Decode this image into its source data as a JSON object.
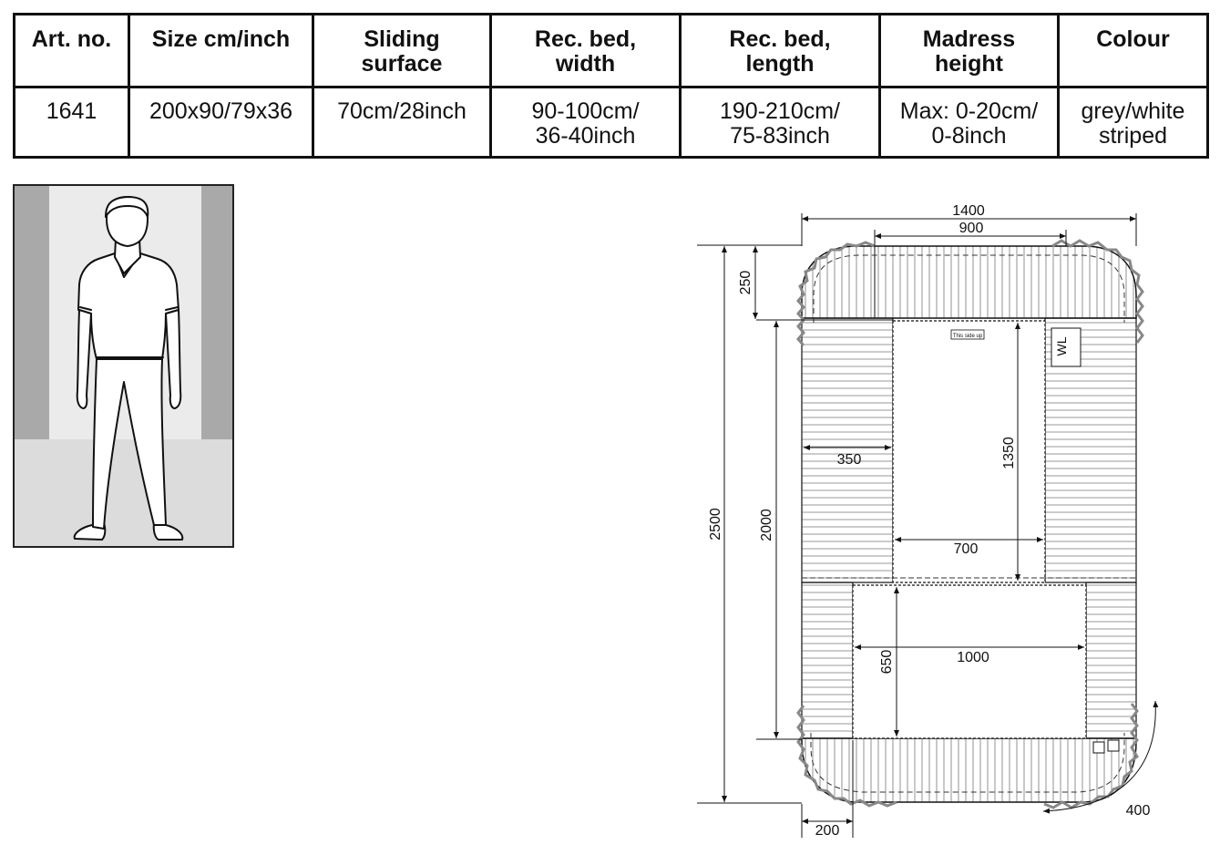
{
  "table": {
    "headers": [
      "Art. no.",
      "Size cm/inch",
      "Sliding\nsurface",
      "Rec. bed,\nwidth",
      "Rec. bed,\nlength",
      "Madress\nheight",
      "Colour"
    ],
    "row": [
      "1641",
      "200x90/79x36",
      "70cm/28inch",
      "90-100cm/\n36-40inch",
      "190-210cm/\n75-83inch",
      "Max: 0-20cm/\n0-8inch",
      "grey/white\nstriped"
    ]
  },
  "drawing": {
    "dims": {
      "d1400": "1400",
      "d900": "900",
      "d250": "250",
      "d2500": "2500",
      "d2000": "2000",
      "d350": "350",
      "d1350": "1350",
      "d700": "700",
      "d650": "650",
      "d1000": "1000",
      "d200": "200",
      "d400": "400"
    },
    "label_this_side_up": "This side up",
    "label_wl": "WL"
  }
}
